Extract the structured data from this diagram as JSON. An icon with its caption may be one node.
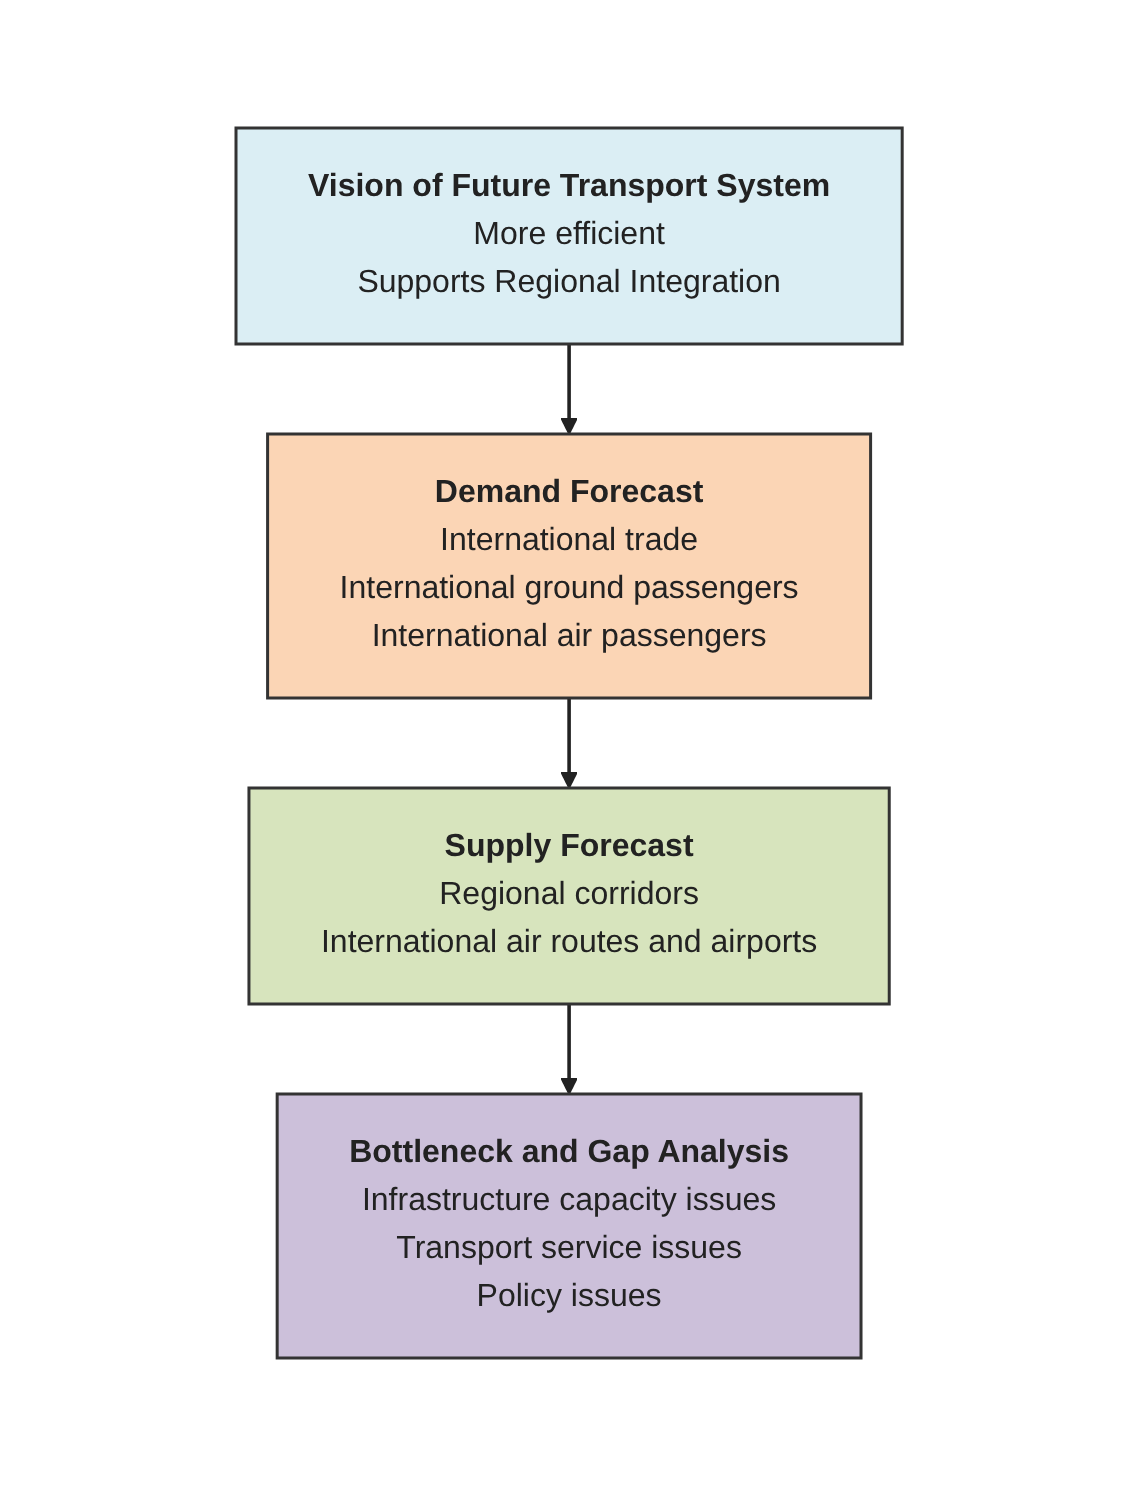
{
  "diagram": {
    "nodes": [
      {
        "text": [
          "Vision of Future Transport System",
          "More efficient",
          "Supports Regional Integration"
        ]
      },
      {
        "text": [
          "Demand Forecast",
          "International trade",
          "International ground passengers",
          "International air passengers"
        ]
      },
      {
        "text": [
          "Supply Forecast",
          "Regional corridors",
          "International air routes and airports"
        ]
      },
      {
        "text": [
          "Bottleneck and Gap Analysis",
          "Infrastructure capacity issues",
          "Transport service issues",
          "Policy issues"
        ]
      }
    ],
    "edges": [
      {
        "from": 0,
        "to": 1,
        "arrow": "to"
      },
      {
        "from": 1,
        "to": 2,
        "arrow": "to"
      },
      {
        "from": 2,
        "to": 3,
        "arrow": "to"
      }
    ]
  }
}
